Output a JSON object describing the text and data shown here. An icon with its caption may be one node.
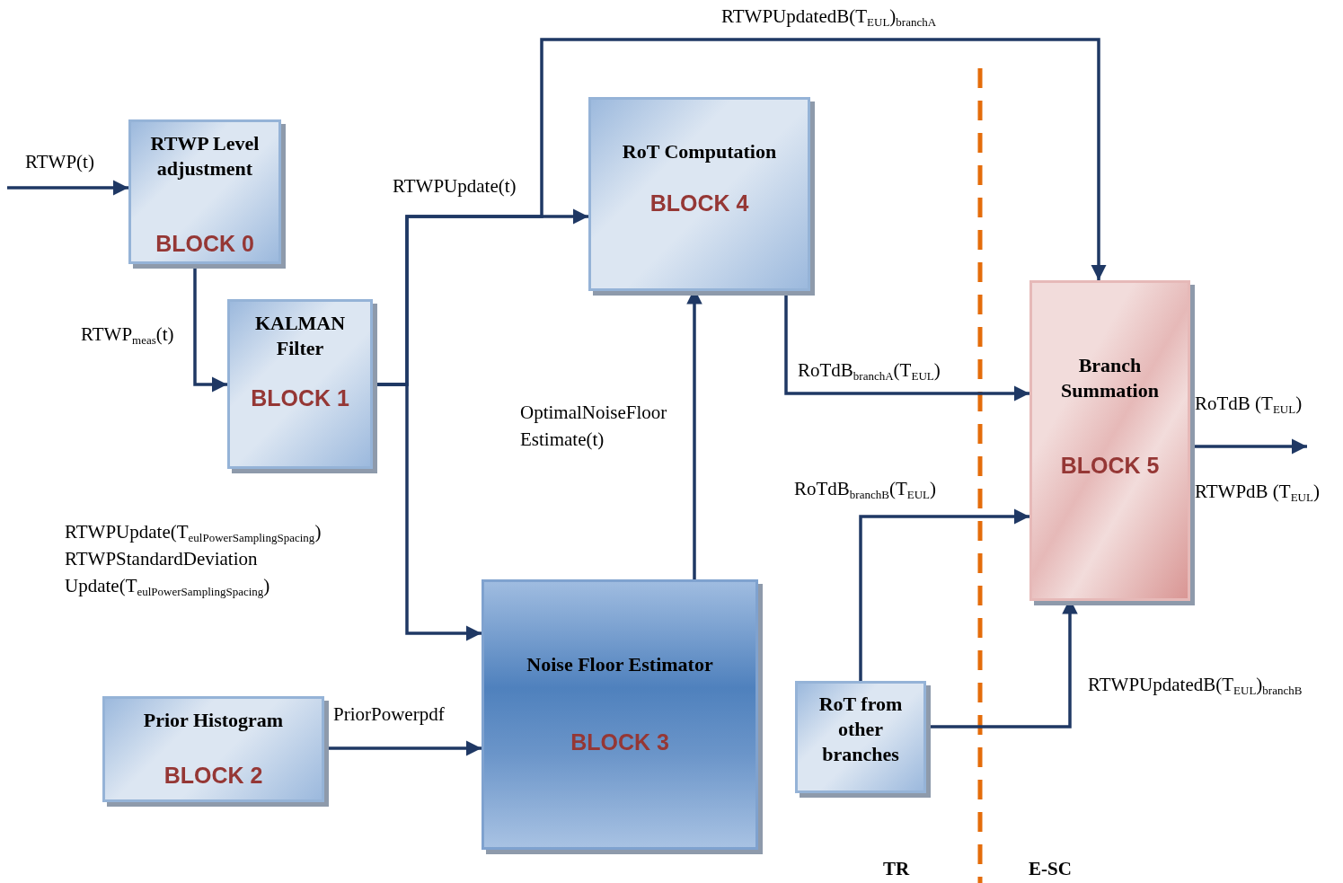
{
  "diagram": {
    "nodes": [
      {
        "text": [
          "RTWP Level adjustment",
          "BLOCK 0"
        ]
      },
      {
        "text": [
          "KALMAN Filter",
          "BLOCK 1"
        ]
      },
      {
        "text": [
          "RoT Computation",
          "BLOCK 4"
        ]
      },
      {
        "text": [
          "Prior Histogram",
          "BLOCK 2"
        ]
      },
      {
        "text": [
          "Noise Floor Estimator",
          "BLOCK 3"
        ]
      },
      {
        "text": [
          "RoT from other branches"
        ]
      },
      {
        "text": [
          "Branch Summation",
          "BLOCK 5"
        ]
      }
    ],
    "edges": [
      {
        "from": null,
        "to": 0,
        "arrow": "to",
        "label": "RTWP(t)"
      },
      {
        "from": 0,
        "to": 1,
        "arrow": "to",
        "label": "RTWP$_{meas}$(t)"
      },
      {
        "from": 1,
        "to": 2,
        "arrow": "to",
        "label": "RTWPUpdate(t)"
      },
      {
        "from": 1,
        "to": 4,
        "arrow": "to",
        "label": "RTWPUpdate(T$_{eulPowerSamplingSpacing}$) RTWPStandardDeviation Update(T$_{eulPowerSamplingSpacing}$)"
      },
      {
        "from": 4,
        "to": 2,
        "arrow": "to",
        "label": "OptimalNoiseFloor Estimate(t)"
      },
      {
        "from": 3,
        "to": 4,
        "arrow": "to",
        "label": "PriorPowerpdf"
      },
      {
        "from": 1,
        "to": 6,
        "arrow": "to",
        "label": "RTWPUpdatedB(T$_{EUL}$)$_{branchA}$"
      },
      {
        "from": 2,
        "to": 6,
        "arrow": "to",
        "label": "RoTdB$_{branchA}$(T$_{EUL}$)"
      },
      {
        "from": 5,
        "to": 6,
        "arrow": "to",
        "label": "RoTdB$_{branchB}$(T$_{EUL}$)"
      },
      {
        "from": 5,
        "to": 6,
        "arrow": "to",
        "label": "RTWPUpdatedB(T$_{EUL}$)$_{branchB}$"
      },
      {
        "from": 6,
        "to": null,
        "arrow": "to",
        "label": "RoTdB (T$_{EUL}$)"
      }
    ],
    "labels": [
      "RTWPdB (T$_{EUL}$)",
      "TR",
      "E-SC"
    ]
  }
}
